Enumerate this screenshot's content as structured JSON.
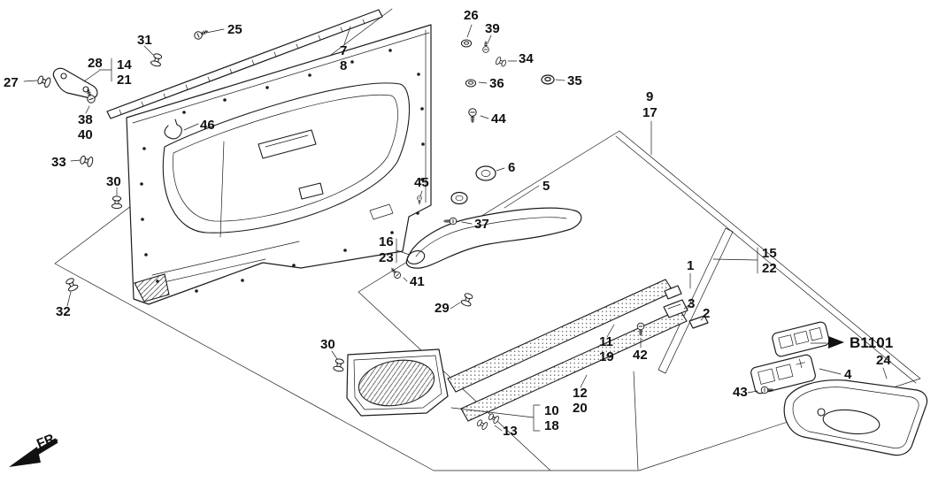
{
  "diagram": {
    "ref_label": "B1101",
    "direction_label": "FR.",
    "part_labels": {
      "l1": "1",
      "l2": "2",
      "l3": "3",
      "l4": "4",
      "l5": "5",
      "l6": "6",
      "l7": "7",
      "l8": "8",
      "l9": "9",
      "l10": "10",
      "l11": "11",
      "l12": "12",
      "l13": "13",
      "l14": "14",
      "l15": "15",
      "l16": "16",
      "l17": "17",
      "l18": "18",
      "l19": "19",
      "l20": "20",
      "l21": "21",
      "l22": "22",
      "l23": "23",
      "l24": "24",
      "l25": "25",
      "l26": "26",
      "l27": "27",
      "l28": "28",
      "l29": "29",
      "l30a": "30",
      "l30b": "30",
      "l31": "31",
      "l32": "32",
      "l33": "33",
      "l34": "34",
      "l35": "35",
      "l36": "36",
      "l37": "37",
      "l38": "38",
      "l39": "39",
      "l40": "40",
      "l41": "41",
      "l42": "42",
      "l43": "43",
      "l44": "44",
      "l45": "45",
      "l46": "46"
    }
  }
}
